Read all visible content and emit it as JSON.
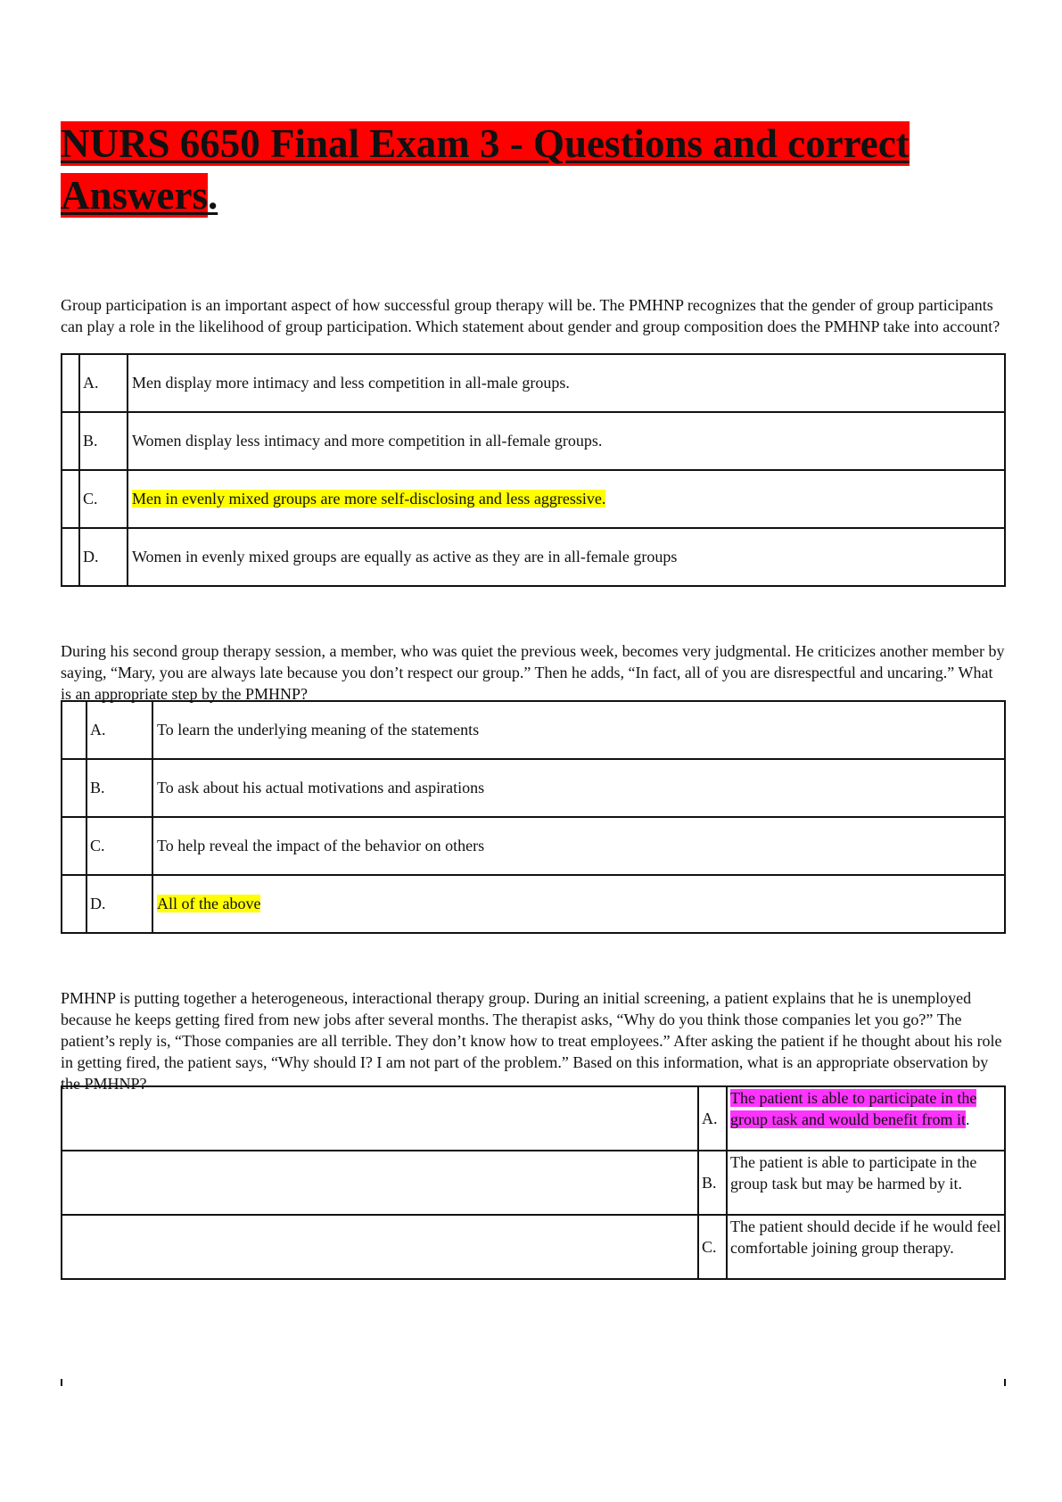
{
  "title": {
    "text": "NURS 6650 Final Exam 3 - Questions and correct Answers",
    "trailing": "."
  },
  "questions": [
    {
      "stem": "Group participation is an important aspect of how successful group therapy will be. The PMHNP recognizes that the gender of group participants can play a role in the likelihood of group participation. Which statement about gender and group composition does the PMHNP take into account?",
      "options": [
        {
          "letter": "A.",
          "text": "Men display more intimacy and less competition in all-male groups."
        },
        {
          "letter": "B.",
          "text": "Women display less intimacy and more competition in all-female groups."
        },
        {
          "letter": "C.",
          "text": "Men in evenly mixed groups are more self-disclosing and less aggressive."
        },
        {
          "letter": "D.",
          "text": "Women in evenly mixed groups are equally as active as they are in all-female groups"
        }
      ],
      "correct_index": 2,
      "highlight_color": "#ffff00"
    },
    {
      "stem": "During his second group therapy session, a member, who was quiet the previous week, becomes very judgmental. He criticizes another member by saying, “Mary, you are always late because you don’t respect our group.” Then he adds, “In fact, all of you are disrespectful and uncaring.” What is an appropriate step by the PMHNP?",
      "options": [
        {
          "letter": "A.",
          "text": "To learn the underlying meaning of the statements"
        },
        {
          "letter": "B.",
          "text": "To ask about his actual motivations and aspirations"
        },
        {
          "letter": "C.",
          "text": "To help reveal the impact of the behavior on others"
        },
        {
          "letter": "D.",
          "text": "All of the above"
        }
      ],
      "correct_index": 3,
      "highlight_color": "#ffff00"
    },
    {
      "stem": "PMHNP is putting together a heterogeneous, interactional therapy group. During an initial screening, a patient explains that he is unemployed because he keeps getting fired from new jobs after several months. The therapist asks, “Why do you think those companies let you go?” The patient’s reply is, “Those companies are all terrible. They don’t know how to treat employees.” After asking the patient if he thought about his role in getting fired, the patient says, “Why should I? I am not part of the problem.” Based on this information, what is an appropriate observation by the PMHNP?",
      "options": [
        {
          "letter": "A.",
          "text": "The patient is able to participate in the group task and would benefit from it",
          "trailing": "."
        },
        {
          "letter": "B.",
          "text": "The patient is able to participate in the group task but may be harmed by it.",
          "trailing": ""
        },
        {
          "letter": "C.",
          "text": "The patient should decide if he would feel comfortable joining group therapy.",
          "trailing": ""
        }
      ],
      "correct_index": 0,
      "highlight_color": "#ff33ff"
    }
  ]
}
